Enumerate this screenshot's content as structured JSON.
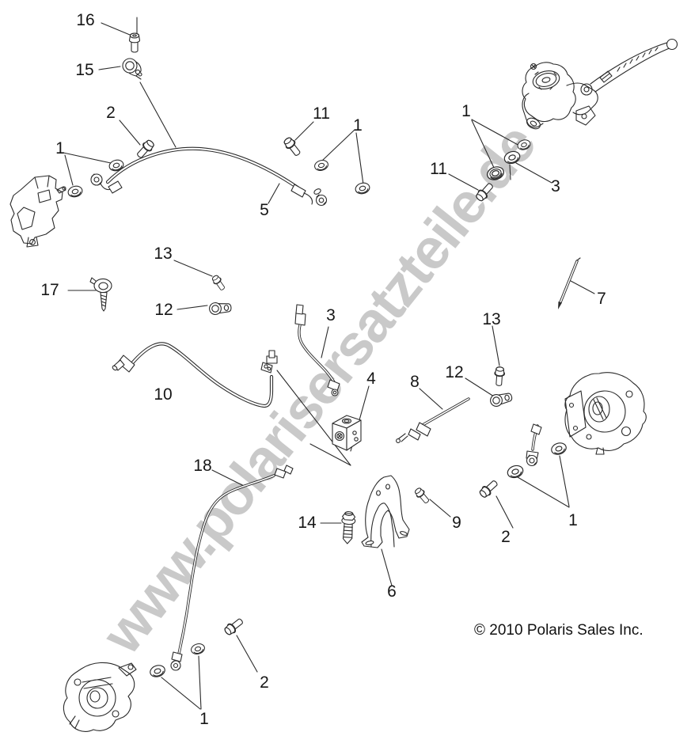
{
  "diagram": {
    "watermark_text": "www.polarisersatzteile.de",
    "copyright": "© 2010 Polaris Sales Inc.",
    "colors": {
      "background": "#ffffff",
      "line": "#2a2a2a",
      "watermark": "#c9c9c9",
      "label_text": "#161616"
    },
    "callouts": [
      {
        "label": "16"
      },
      {
        "label": "15"
      },
      {
        "label": "2"
      },
      {
        "label": "1"
      },
      {
        "label": "11"
      },
      {
        "label": "1"
      },
      {
        "label": "5"
      },
      {
        "label": "1"
      },
      {
        "label": "11"
      },
      {
        "label": "3"
      },
      {
        "label": "13"
      },
      {
        "label": "17"
      },
      {
        "label": "12"
      },
      {
        "label": "3"
      },
      {
        "label": "7"
      },
      {
        "label": "13"
      },
      {
        "label": "12"
      },
      {
        "label": "4"
      },
      {
        "label": "8"
      },
      {
        "label": "10"
      },
      {
        "label": "18"
      },
      {
        "label": "14"
      },
      {
        "label": "9"
      },
      {
        "label": "2"
      },
      {
        "label": "1"
      },
      {
        "label": "6"
      },
      {
        "label": "2"
      },
      {
        "label": "1"
      }
    ]
  }
}
